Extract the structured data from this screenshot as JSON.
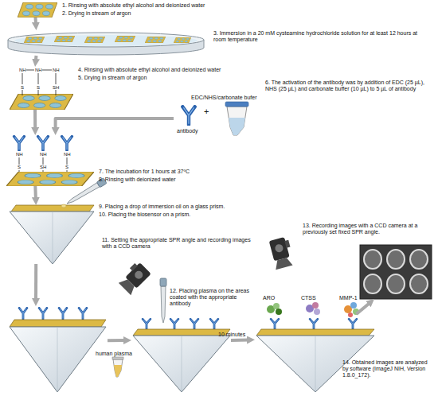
{
  "diagram": {
    "nodes": [
      {
        "text": [
          "1. Rinsing with absolute ethyl alcohol and deionized water",
          "2. Drying in stream of argon"
        ]
      },
      {
        "text": [
          "3. Immersion in a 20 mM cysteamine hydrochloride solution for at least 12 hours at room temperature"
        ]
      },
      {
        "text": [
          "4. Rinsing with absolute ethyl alcohol and deionized water",
          "5. Drying in stream of argon"
        ]
      },
      {
        "text": [
          "EDC/NHS/carbonate bufer",
          "antibody",
          "6. The activation of the antibody was by addition of EDC (25 µL), NHS (25 µL) and carbonate buffer (10 µL) to 5 µL of antibody"
        ]
      },
      {
        "text": [
          "7. The incubation for 1 hours at 37ºC",
          "8. Rinsing with deionized water"
        ]
      },
      {
        "text": [
          "9. Placing a drop of immersion oil on a glass prism.",
          "10. Placing the biosensor on a prism."
        ]
      },
      {
        "text": [
          "11. Setting the appropriate SPR angle and recording images with a CCD camera"
        ]
      },
      {
        "text": [
          "12. Placing plasma on the areas coated with the appropriate antibody"
        ]
      },
      {
        "text": [
          "ARO",
          "CTSS",
          "MMP-1",
          "13. Recording images with a CCD camera at a previously set fixed SPR angle."
        ]
      },
      {
        "text": [
          "14. Obtained images are analyzed by software (ImageJ NIH, Version 1.8.0_172)."
        ]
      }
    ],
    "edges": [
      {
        "from": 0,
        "to": 1,
        "arrow": "to"
      },
      {
        "from": 1,
        "to": 2,
        "arrow": "to"
      },
      {
        "from": 2,
        "to": 4,
        "arrow": "to"
      },
      {
        "from": 3,
        "to": 4,
        "arrow": "to"
      },
      {
        "from": 4,
        "to": 5,
        "arrow": "to"
      },
      {
        "from": 5,
        "to": 6,
        "arrow": "to"
      },
      {
        "from": 6,
        "to": 7,
        "arrow": "to",
        "label": "human plasma"
      },
      {
        "from": 7,
        "to": 8,
        "arrow": "to",
        "label": "10 minutes"
      },
      {
        "from": 8,
        "to": 9,
        "arrow": "to"
      }
    ],
    "labels": [
      "+",
      "NH",
      "NH",
      "NH",
      "S",
      "S",
      "SH",
      "NH",
      "NH",
      "NH",
      "S",
      "SH",
      "S"
    ]
  }
}
